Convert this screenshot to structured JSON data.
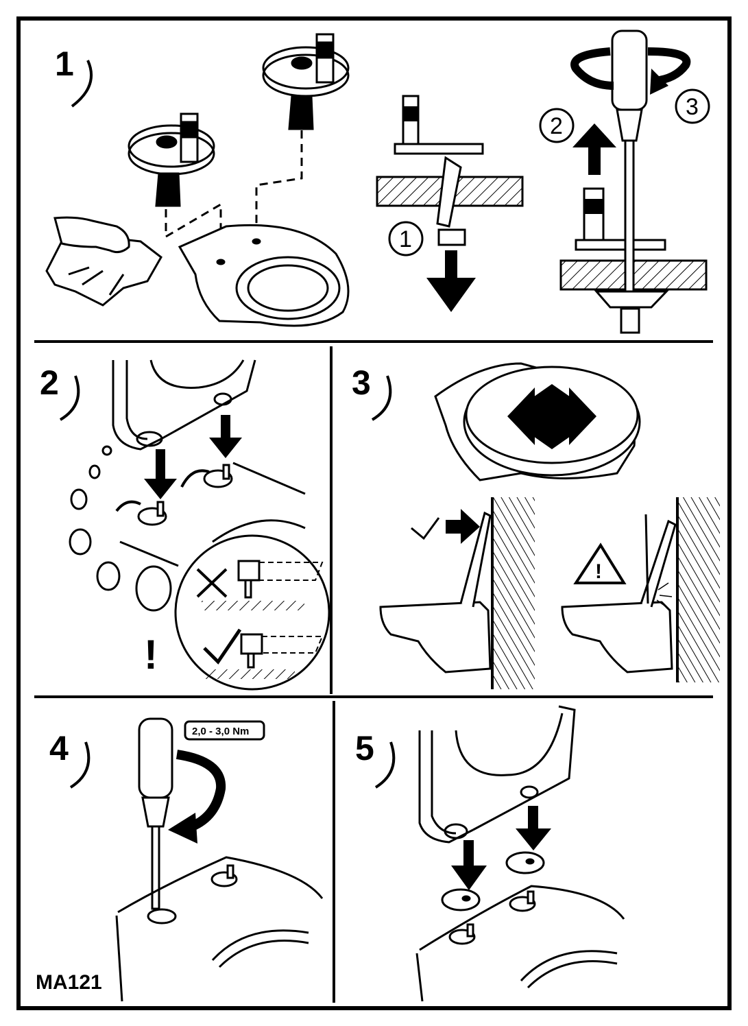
{
  "document_code": "MA121",
  "steps": [
    {
      "number": "1"
    },
    {
      "number": "2"
    },
    {
      "number": "3"
    },
    {
      "number": "4"
    },
    {
      "number": "5"
    }
  ],
  "step1_substeps": [
    "1",
    "2",
    "3"
  ],
  "step2_mark": "!",
  "step3_warning_mark": "!",
  "torque_label": "2,0 - 3,0 Nm",
  "colors": {
    "ink": "#000000",
    "paper": "#ffffff"
  },
  "icons": [
    "hand-with-cloth-icon",
    "hinge-icon",
    "screwdriver-icon",
    "arrow-down-icon",
    "arrow-up-icon",
    "rotate-arrow-icon",
    "warning-triangle-icon",
    "check-mark-icon",
    "cross-mark-icon",
    "move-arrows-icon"
  ]
}
